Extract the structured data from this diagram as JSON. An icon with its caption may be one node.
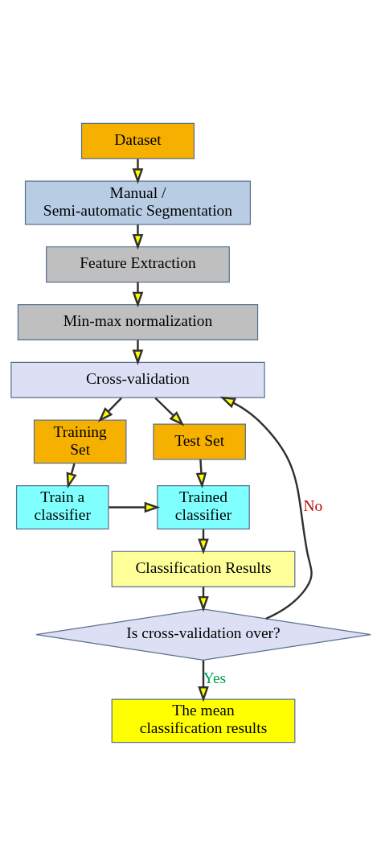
{
  "diagram": {
    "nodes": [
      {
        "text": [
          "Dataset"
        ]
      },
      {
        "text": [
          "Manual / Semi-automatic Segmentation"
        ]
      },
      {
        "text": [
          "Feature Extraction"
        ]
      },
      {
        "text": [
          "Min-max normalization"
        ]
      },
      {
        "text": [
          "Cross-validation"
        ]
      },
      {
        "text": [
          "Training Set"
        ]
      },
      {
        "text": [
          "Test Set"
        ]
      },
      {
        "text": [
          "Train a classifier"
        ]
      },
      {
        "text": [
          "Trained classifier"
        ]
      },
      {
        "text": [
          "Classification Results"
        ]
      },
      {
        "text": [
          "Is cross-validation over?"
        ]
      },
      {
        "text": [
          "The mean classification results"
        ]
      }
    ],
    "edges": [
      {
        "from": 0,
        "to": 1,
        "arrow": "to"
      },
      {
        "from": 1,
        "to": 2,
        "arrow": "to"
      },
      {
        "from": 2,
        "to": 3,
        "arrow": "to"
      },
      {
        "from": 3,
        "to": 4,
        "arrow": "to"
      },
      {
        "from": 4,
        "to": 5,
        "arrow": "to"
      },
      {
        "from": 4,
        "to": 6,
        "arrow": "to"
      },
      {
        "from": 5,
        "to": 7,
        "arrow": "to"
      },
      {
        "from": 7,
        "to": 8,
        "arrow": "to"
      },
      {
        "from": 6,
        "to": 8,
        "arrow": "to"
      },
      {
        "from": 8,
        "to": 9,
        "arrow": "to"
      },
      {
        "from": 9,
        "to": 10,
        "arrow": "to"
      },
      {
        "from": 10,
        "to": 4,
        "arrow": "to",
        "label": "No"
      },
      {
        "from": 10,
        "to": 11,
        "arrow": "to",
        "label": "Yes"
      }
    ]
  }
}
